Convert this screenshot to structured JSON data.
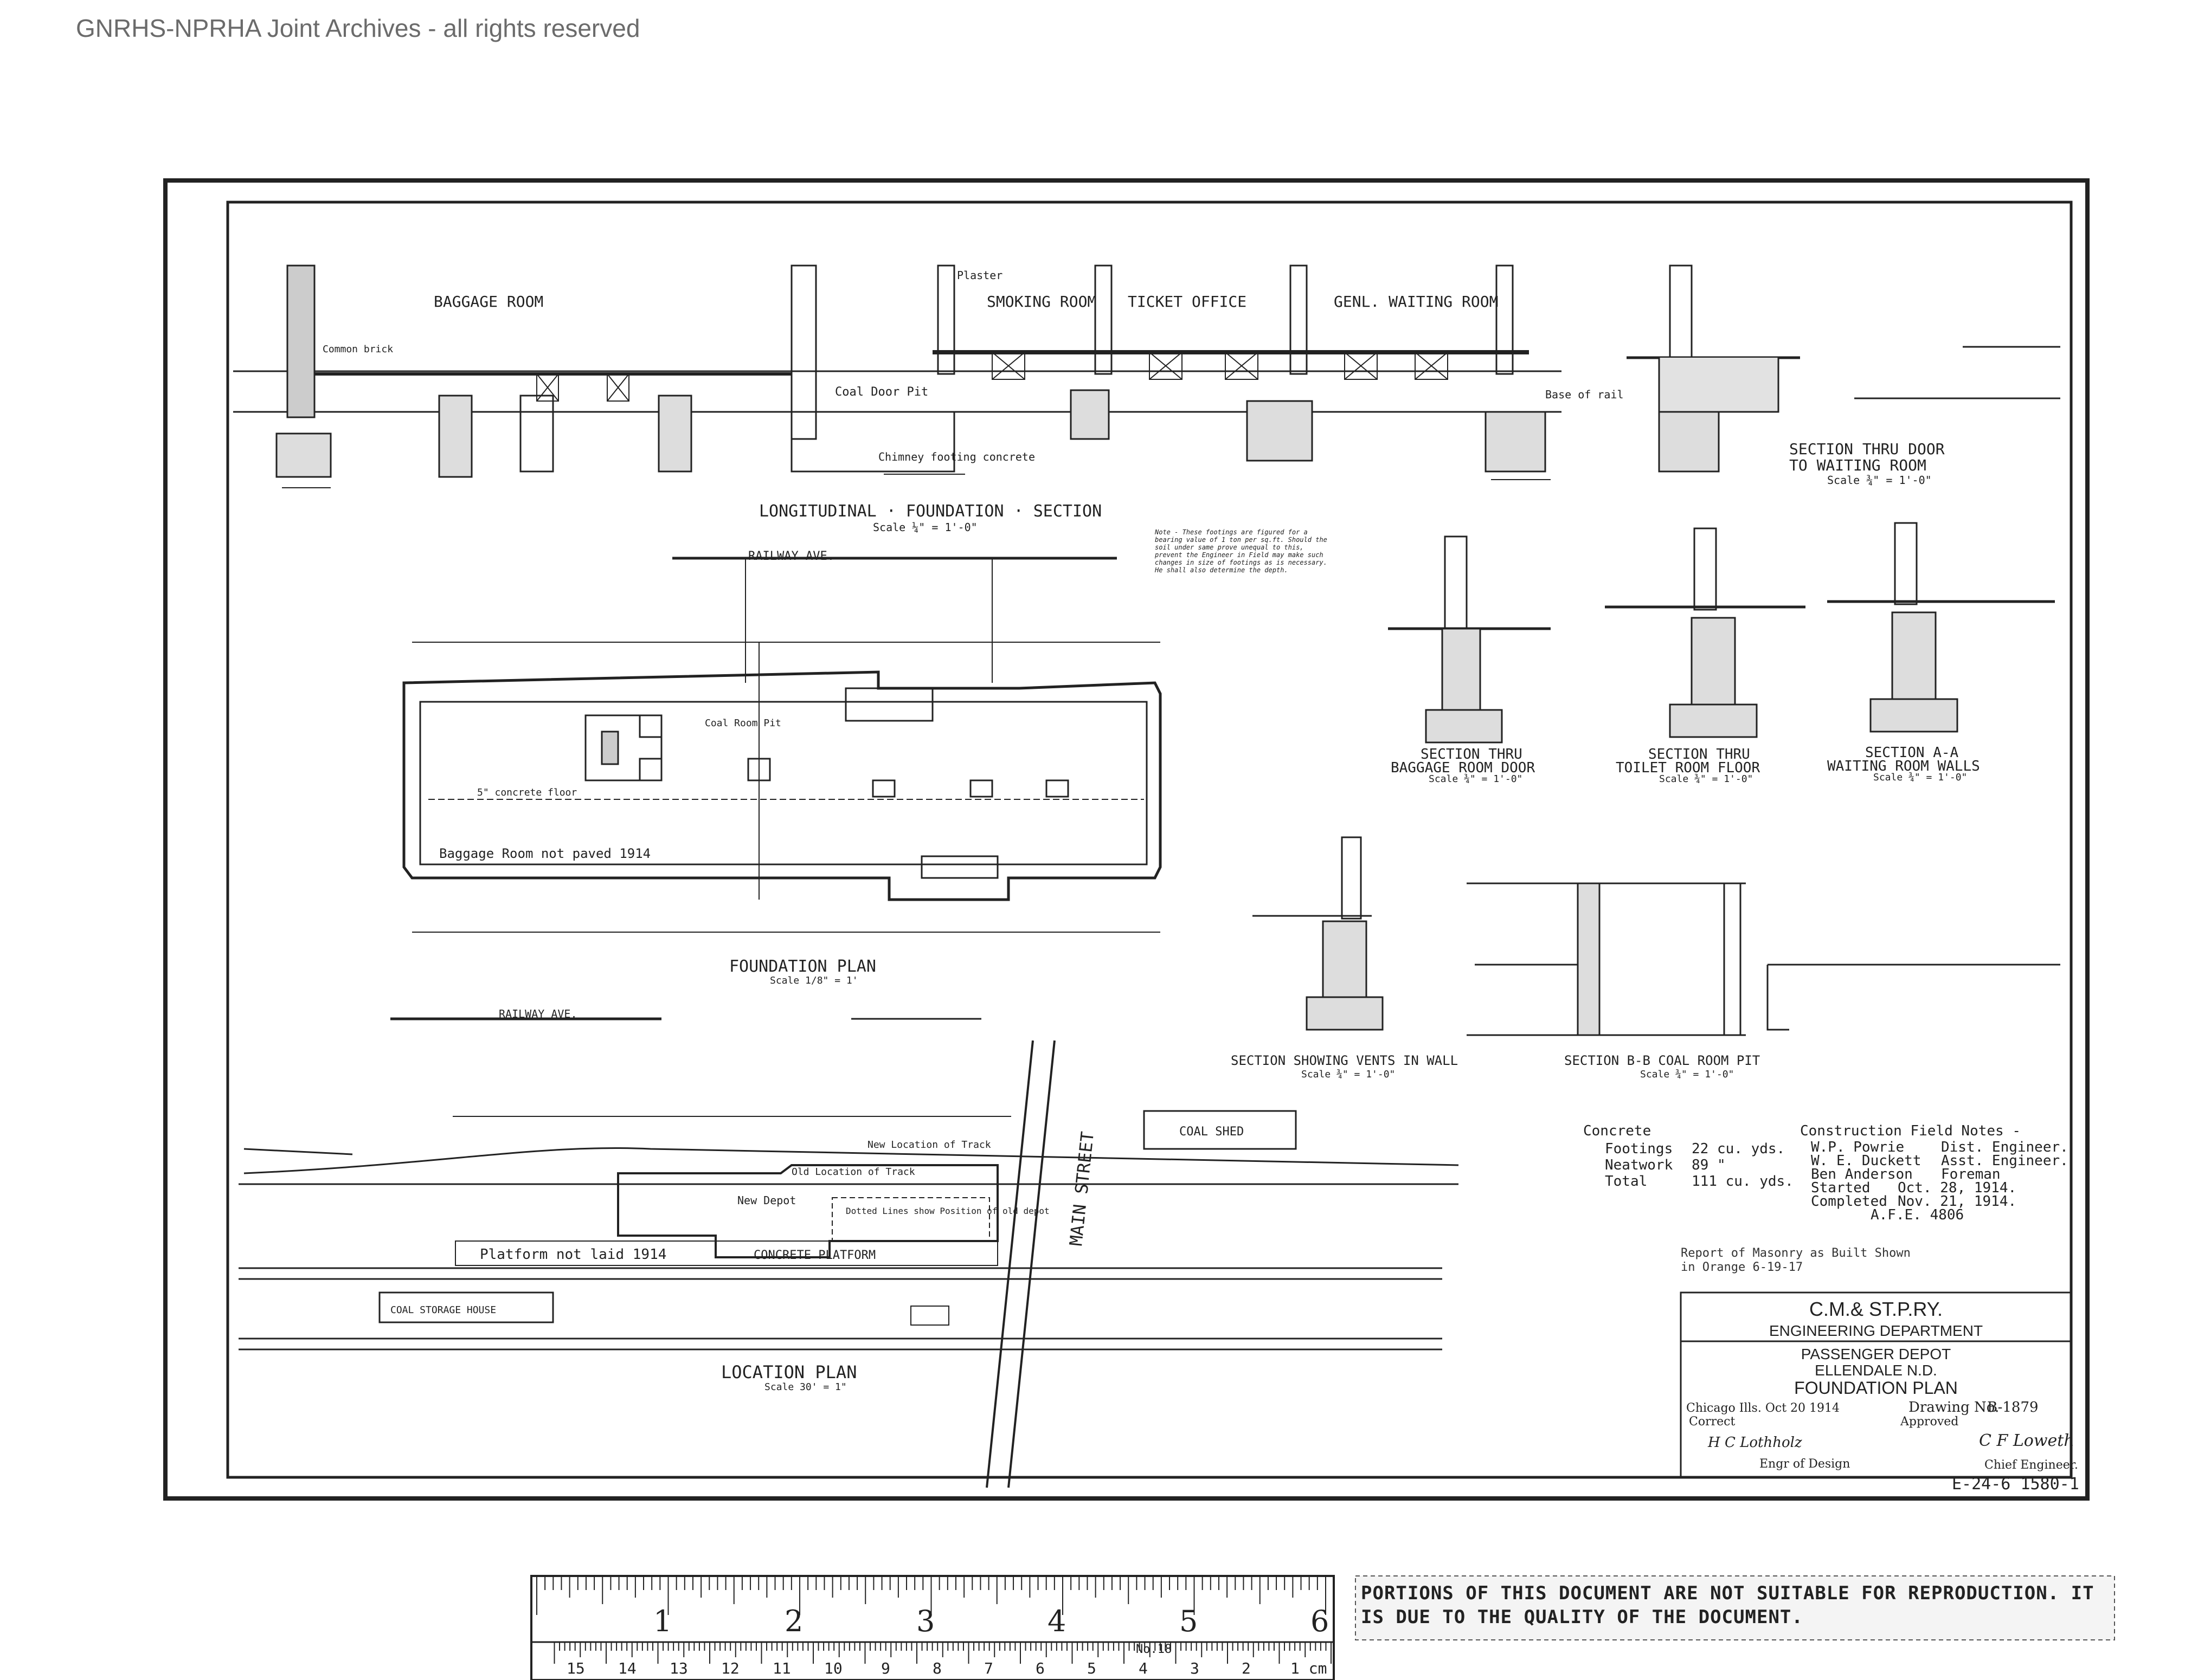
{
  "watermark": "GNRHS-NPRHA Joint Archives - all rights reserved",
  "drawings": {
    "longitudinal": {
      "title": "LONGITUDINAL · FOUNDATION · SECTION",
      "scale": "Scale ¼\" = 1'-0\"",
      "rooms": [
        "BAGGAGE ROOM",
        "SMOKING ROOM",
        "TICKET OFFICE",
        "GENL. WAITING ROOM"
      ],
      "labels": [
        "Coal Door Pit",
        "Chimney footing concrete",
        "Base of rail",
        "Common brick",
        "Plaster"
      ]
    },
    "section_door": {
      "title": "SECTION THRU DOOR",
      "subtitle": "TO WAITING ROOM",
      "scale": "Scale ¾\" = 1'-0\""
    },
    "note": "Note - These footings are figured for a bearing value of 1 ton per sq.ft. Should the soil under same prove unequal to this, prevent the Engineer in Field may make such changes in size of footings as is necessary. He shall also determine the depth.",
    "foundation_plan": {
      "title": "FOUNDATION PLAN",
      "scale": "Scale 1/8\" = 1'",
      "street": "RAILWAY AVE.",
      "labels": [
        "Baggage Room not paved 1914",
        "5\" concrete floor",
        "Coal Room Pit"
      ]
    },
    "section_baggage": {
      "title": "SECTION THRU",
      "subtitle": "BAGGAGE ROOM DOOR",
      "scale": "Scale ¾\" = 1'-0\""
    },
    "section_toilet": {
      "title": "SECTION THRU",
      "subtitle": "TOILET ROOM FLOOR",
      "scale": "Scale ¾\" = 1'-0\""
    },
    "section_aa": {
      "title": "SECTION A-A",
      "subtitle": "WAITING ROOM WALLS",
      "scale": "Scale ¾\" = 1'-0\""
    },
    "section_vents": {
      "title": "SECTION SHOWING VENTS IN WALL",
      "scale": "Scale ¾\" = 1'-0\""
    },
    "section_bb": {
      "title": "SECTION B-B COAL ROOM PIT",
      "scale": "Scale ¾\" = 1'-0\""
    },
    "location_plan": {
      "title": "LOCATION PLAN",
      "scale": "Scale 30' = 1\"",
      "street": "RAILWAY AVE.",
      "labels": [
        "COAL SHED",
        "New Location of Track",
        "New Depot",
        "Old Location of Track",
        "Dotted Lines show Position of old depot",
        "Platform not laid 1914",
        "CONCRETE PLATFORM",
        "COAL STORAGE HOUSE",
        "MAIN STREET"
      ]
    }
  },
  "concrete": {
    "heading": "Concrete",
    "rows": [
      {
        "label": "Footings",
        "value": "22 cu. yds."
      },
      {
        "label": "Neatwork",
        "value": "89 \""
      },
      {
        "label": "Total",
        "value": "111 cu. yds."
      }
    ]
  },
  "field_notes": {
    "heading": "Construction Field Notes -",
    "rows": [
      {
        "name": "W.P. Powrie",
        "role": "Dist. Engineer."
      },
      {
        "name": "W. E. Duckett",
        "role": "Asst. Engineer."
      },
      {
        "name": "Ben Anderson",
        "role": "Foreman"
      },
      {
        "name": "Started",
        "role": "Oct. 28, 1914."
      },
      {
        "name": "Completed",
        "role": "Nov. 21, 1914."
      }
    ],
    "afe": "A.F.E. 4806"
  },
  "masonry_note": "Report of Masonry as Built Shown in Orange 6-19-17",
  "title_block": {
    "railway": "C.M.& ST.P.RY.",
    "department": "ENGINEERING DEPARTMENT",
    "project": "PASSENGER DEPOT",
    "location": "ELLENDALE N.D.",
    "sheet": "FOUNDATION PLAN",
    "date": "Chicago Ills. Oct 20 1914",
    "correct_label": "Correct",
    "drawing_label": "Drawing No.",
    "drawing_number": "B-1879",
    "approved_label": "Approved",
    "engr_design": "Engr of Design",
    "chief_engineer": "Chief Engineer.",
    "signature_design": "H C Lothholz",
    "signature_chief": "C F Loweth",
    "file_number": "E-24-6 1580-1"
  },
  "ruler": {
    "inches": [
      "1",
      "2",
      "3",
      "4",
      "5",
      "6"
    ],
    "cm": [
      "1 cm",
      "2",
      "3",
      "4",
      "5",
      "6",
      "7",
      "8",
      "9",
      "10",
      "11",
      "12",
      "13",
      "14",
      "15"
    ],
    "maker": "No.18"
  },
  "quality_notice": "PORTIONS OF THIS DOCUMENT ARE NOT SUITABLE FOR REPRODUCTION. IT IS DUE TO THE QUALITY OF THE DOCUMENT."
}
